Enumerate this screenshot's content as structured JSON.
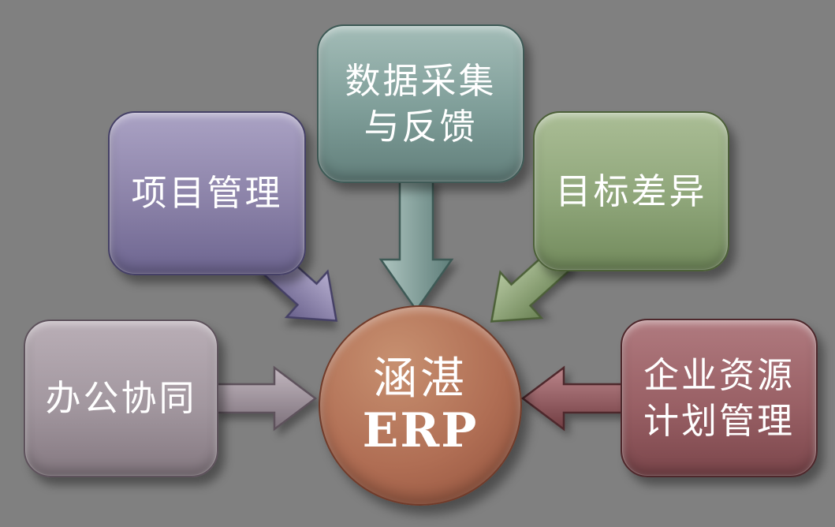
{
  "background": "#808080",
  "diagram": {
    "type": "converging-radial",
    "description": "Five labeled blocks with arrows converging on a central ERP circle"
  },
  "center": {
    "title_line1": "涵湛",
    "title_line2": "ERP",
    "fill": "#b06e54",
    "text_color": "#ffffff"
  },
  "nodes": [
    {
      "id": "data-collection-feedback",
      "lines": [
        "数据采集",
        "与反馈"
      ],
      "fill": "#7e9d98",
      "position": "top"
    },
    {
      "id": "project-management",
      "lines": [
        "项目管理"
      ],
      "fill": "#8b82a8",
      "position": "upper-left"
    },
    {
      "id": "target-difference",
      "lines": [
        "目标差异"
      ],
      "fill": "#8fa67a",
      "position": "upper-right"
    },
    {
      "id": "office-collaboration",
      "lines": [
        "办公协同"
      ],
      "fill": "#a2979f",
      "position": "left"
    },
    {
      "id": "erp-resource-planning",
      "lines": [
        "企业资源",
        "计划管理"
      ],
      "fill": "#996065",
      "position": "right"
    }
  ],
  "connectors": [
    {
      "id": "top-to-center",
      "direction": "down",
      "color": "#7e9d98"
    },
    {
      "id": "upper-left-to-center",
      "direction": "down-right",
      "color": "#8b82a8"
    },
    {
      "id": "upper-right-to-center",
      "direction": "down-left",
      "color": "#8fa67a"
    },
    {
      "id": "left-to-center",
      "direction": "right",
      "color": "#a2979f"
    },
    {
      "id": "right-to-center",
      "direction": "left",
      "color": "#996065"
    }
  ]
}
